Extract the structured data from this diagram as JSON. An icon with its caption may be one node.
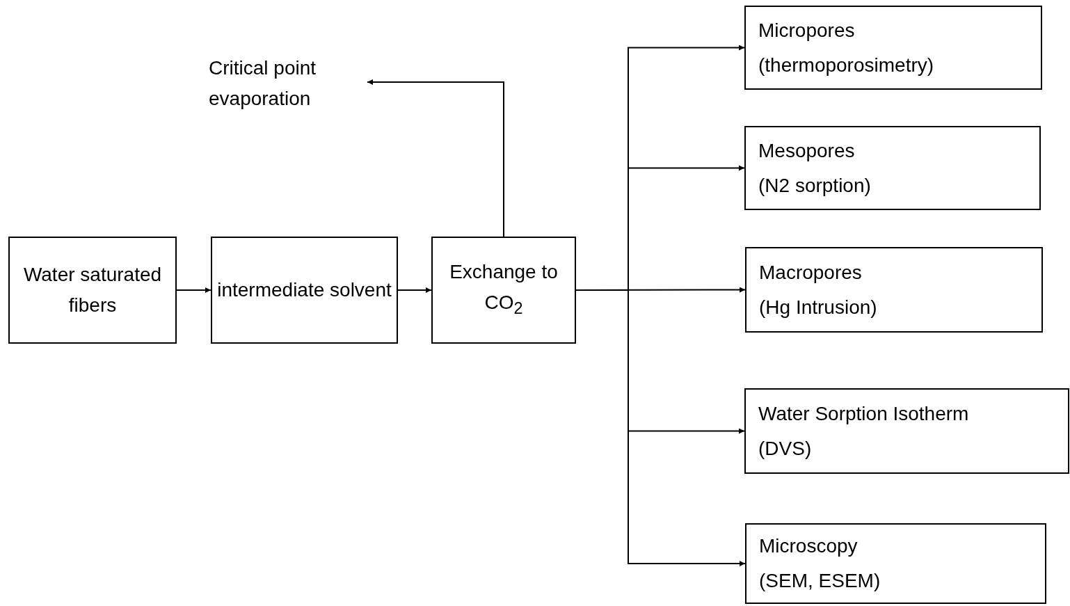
{
  "diagram": {
    "nodes": [
      {
        "text": [
          "Water saturated fibers"
        ]
      },
      {
        "text": [
          "intermediate solvent"
        ]
      },
      {
        "text": [
          "Exchange to CO$_{2}$"
        ]
      },
      {
        "text": [
          "Critical point evaporation"
        ]
      },
      {
        "text": [
          "Micropores",
          "(thermoporosimetry)"
        ]
      },
      {
        "text": [
          "Mesopores",
          "(N2 sorption)"
        ]
      },
      {
        "text": [
          "Macropores",
          "(Hg Intrusion)"
        ]
      },
      {
        "text": [
          "Water Sorption Isotherm",
          "(DVS)"
        ]
      },
      {
        "text": [
          "Microscopy",
          "(SEM, ESEM)"
        ]
      }
    ],
    "edges": [
      {
        "from": 0,
        "to": 1,
        "arrow": "to"
      },
      {
        "from": 1,
        "to": 2,
        "arrow": "to"
      },
      {
        "from": 2,
        "to": 3,
        "arrow": "to"
      },
      {
        "from": 2,
        "to": 4,
        "arrow": "to"
      },
      {
        "from": 2,
        "to": 5,
        "arrow": "to"
      },
      {
        "from": 2,
        "to": 6,
        "arrow": "to"
      },
      {
        "from": 2,
        "to": 7,
        "arrow": "to"
      },
      {
        "from": 2,
        "to": 8,
        "arrow": "to"
      }
    ]
  }
}
